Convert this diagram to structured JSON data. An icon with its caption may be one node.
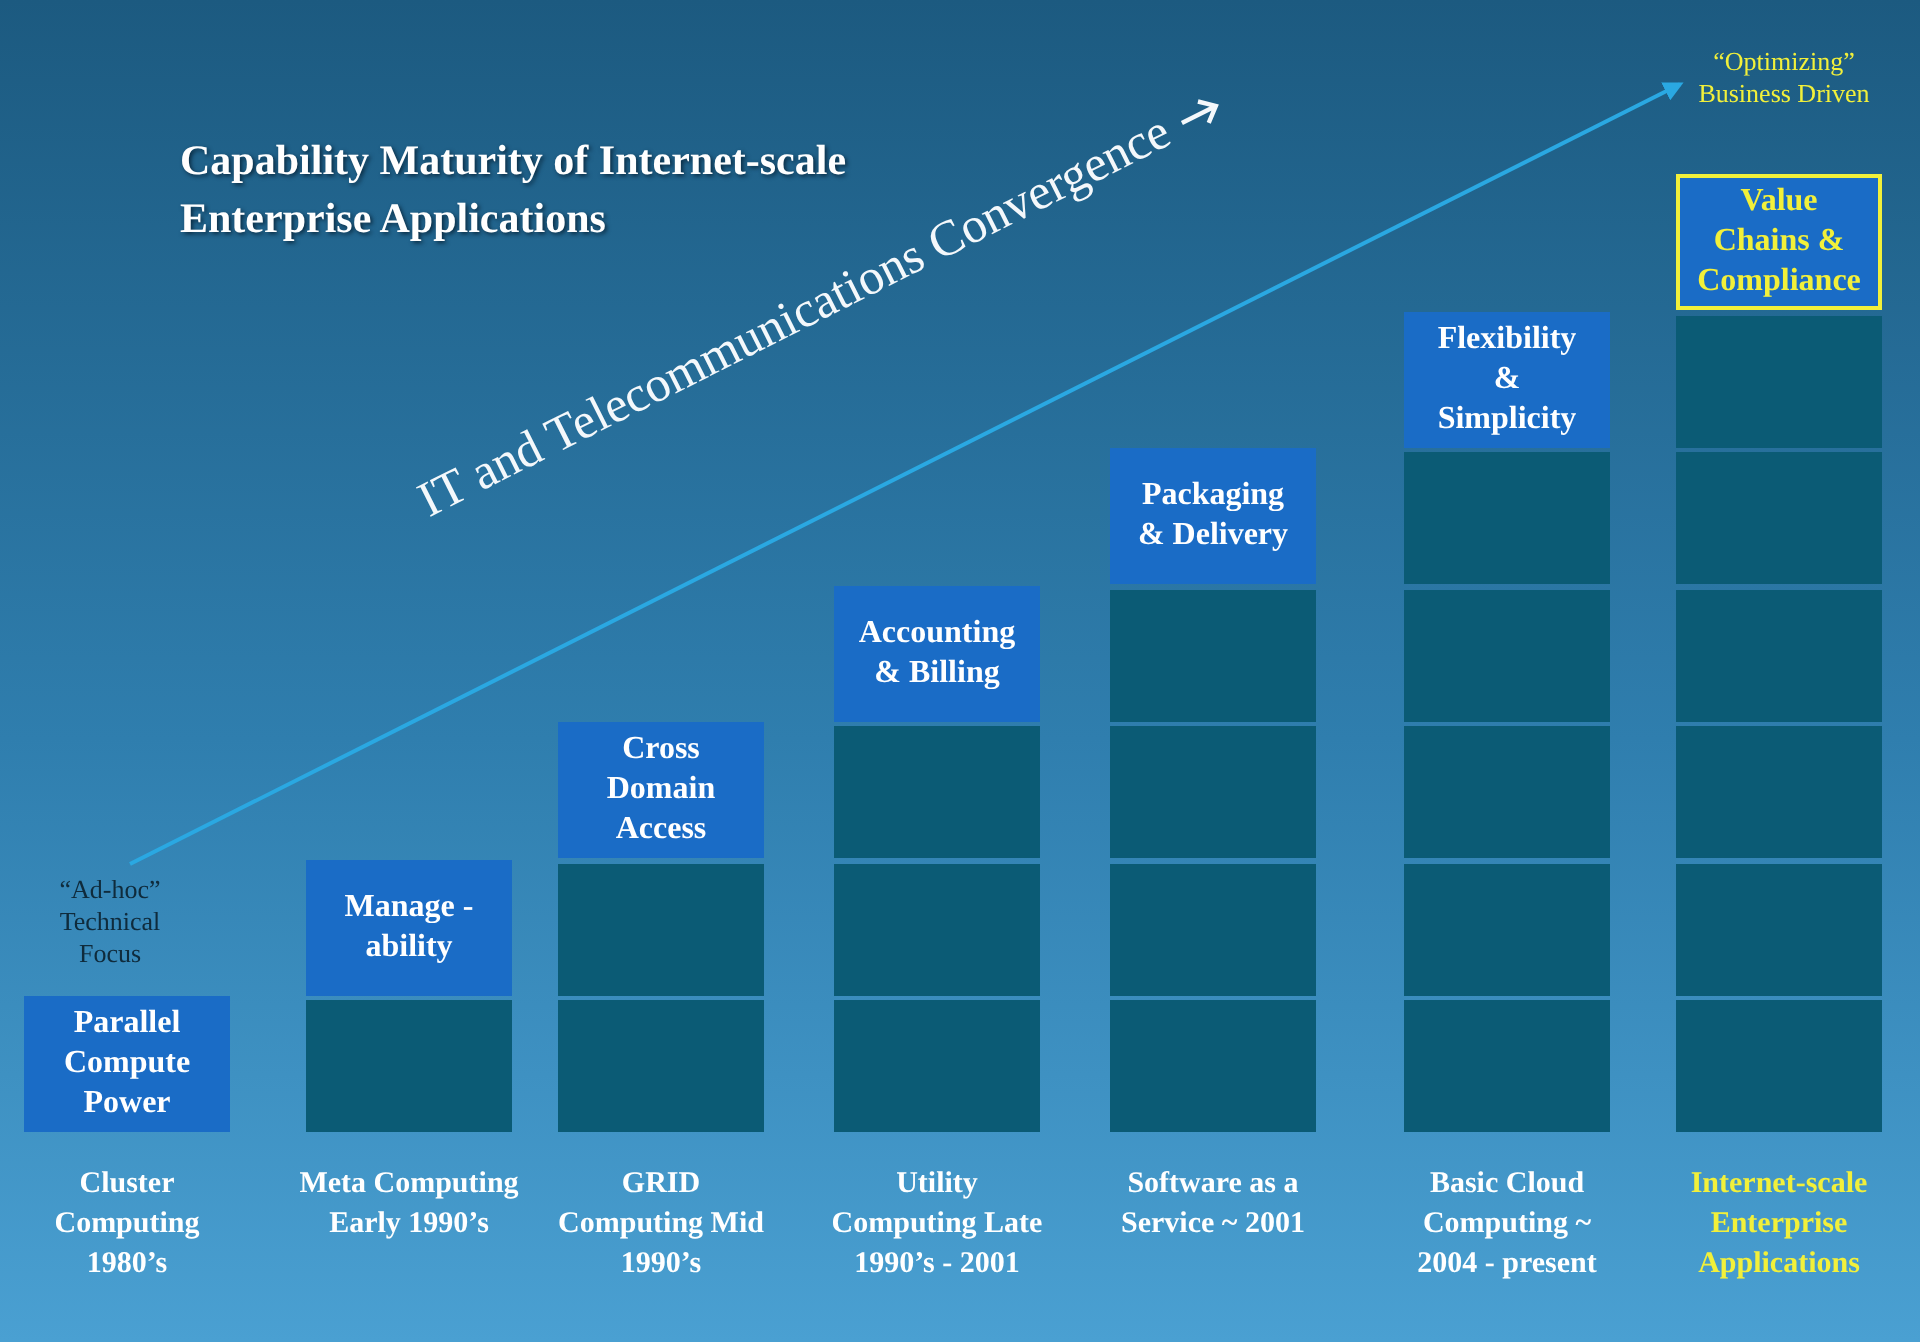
{
  "diagram": {
    "title": "Capability Maturity of Internet-scale Enterprise Applications",
    "nodes": [
      {
        "text": [
          "“Ad-hoc” Technical Focus"
        ]
      },
      {
        "text": [
          "Parallel Compute Power"
        ]
      },
      {
        "text": [
          "Manage -ability"
        ]
      },
      {
        "text": [],
        "shape": "box"
      },
      {
        "text": [
          "Cross Domain Access"
        ]
      },
      {
        "text": [],
        "shape": "box"
      },
      {
        "text": [],
        "shape": "box"
      },
      {
        "text": [
          "Accounting & Billing"
        ]
      },
      {
        "text": [],
        "shape": "box"
      },
      {
        "text": [],
        "shape": "box"
      },
      {
        "text": [],
        "shape": "box"
      },
      {
        "text": [
          "Packaging & Delivery"
        ]
      },
      {
        "text": [],
        "shape": "box"
      },
      {
        "text": [],
        "shape": "box"
      },
      {
        "text": [],
        "shape": "box"
      },
      {
        "text": [],
        "shape": "box"
      },
      {
        "text": [
          "Flexibility & Simplicity"
        ]
      },
      {
        "text": [],
        "shape": "box"
      },
      {
        "text": [],
        "shape": "box"
      },
      {
        "text": [],
        "shape": "box"
      },
      {
        "text": [],
        "shape": "box"
      },
      {
        "text": [],
        "shape": "box"
      },
      {
        "text": [
          "“Optimizing” Business Driven"
        ]
      },
      {
        "text": [
          "Value Chains & Compliance"
        ]
      },
      {
        "text": [],
        "shape": "box"
      },
      {
        "text": [],
        "shape": "box"
      },
      {
        "text": [],
        "shape": "box"
      },
      {
        "text": [],
        "shape": "box"
      },
      {
        "text": [],
        "shape": "box"
      },
      {
        "text": [],
        "shape": "box"
      }
    ],
    "edges": [
      {
        "from": 0,
        "to": 22,
        "arrow": "to",
        "label": "IT and Telecommunications Convergence"
      }
    ],
    "labels": [
      "Cluster Computing 1980’s",
      "Meta Computing Early 1990’s",
      "GRID Computing Mid 1990’s",
      "Utility Computing Late 1990’s - 2001",
      "Software as a Service ~ 2001",
      "Basic Cloud Computing ~ 2004 - present",
      "Internet-scale Enterprise Applications"
    ]
  }
}
